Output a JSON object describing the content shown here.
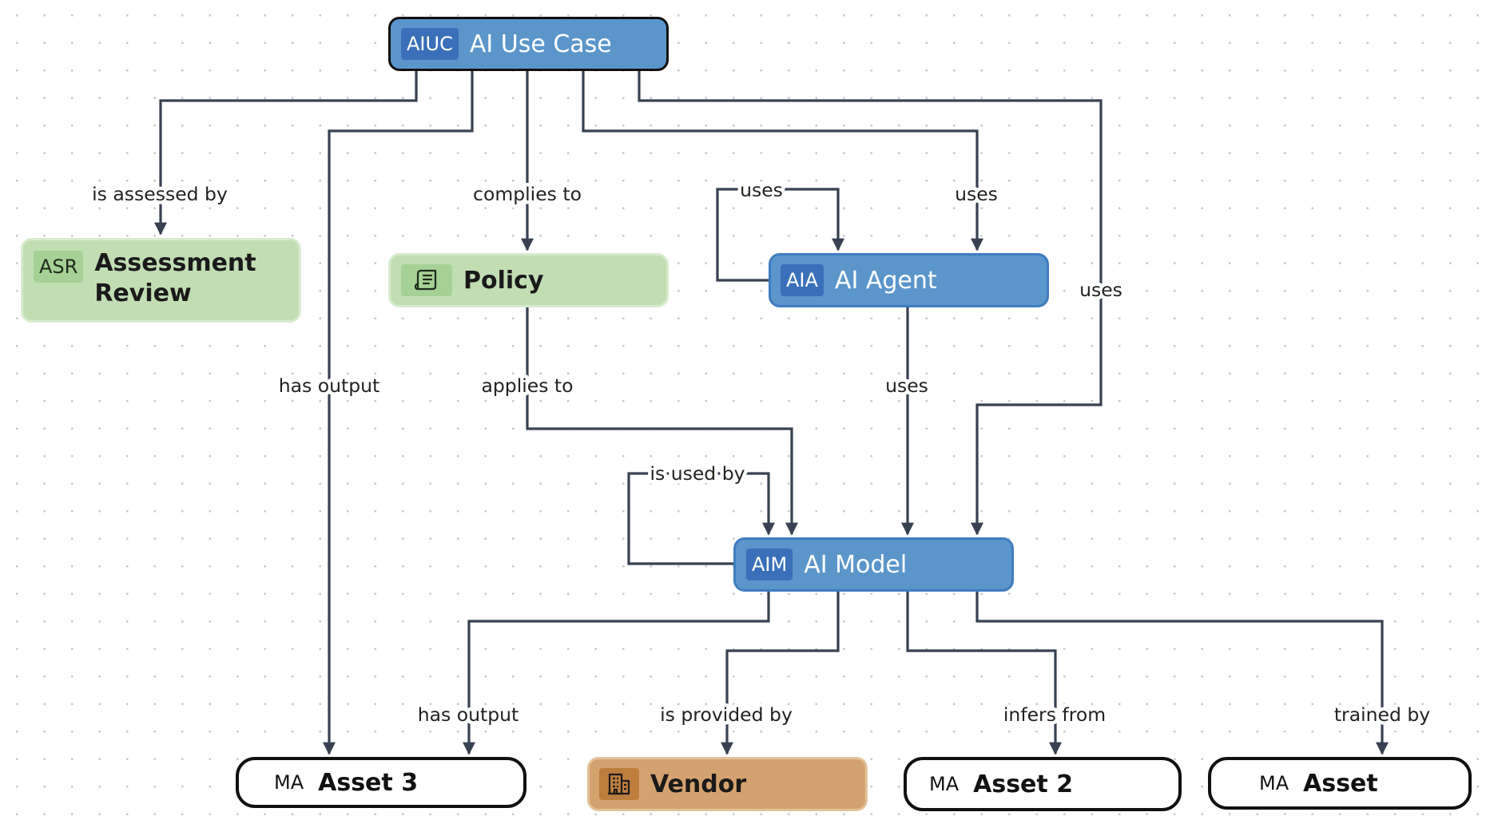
{
  "nodes": {
    "ai_use_case": {
      "badge": "AIUC",
      "title": "AI Use Case"
    },
    "assessment_review": {
      "badge": "ASR",
      "title_line1": "Assessment",
      "title_line2": "Review"
    },
    "policy": {
      "badge_icon": "scroll-icon",
      "title": "Policy"
    },
    "ai_agent": {
      "badge": "AIA",
      "title": "AI Agent"
    },
    "ai_model": {
      "badge": "AIM",
      "title": "AI Model"
    },
    "asset_3": {
      "badge": "MA",
      "title": "Asset 3"
    },
    "vendor": {
      "badge_icon": "building-icon",
      "title": "Vendor"
    },
    "asset_2": {
      "badge": "MA",
      "title": "Asset 2"
    },
    "asset": {
      "badge": "MA",
      "title": "Asset"
    }
  },
  "edges": {
    "is_assessed_by": "is assessed by",
    "has_output_1": "has output",
    "complies_to": "complies to",
    "uses_agent_self": "uses",
    "uses_agent": "uses",
    "uses_model_direct": "uses",
    "applies_to": "applies to",
    "uses_model_from_agent": "uses",
    "is_used_by": "is used by",
    "has_output_2": "has output",
    "is_provided_by": "is provided by",
    "infers_from": "infers from",
    "trained_by": "trained by"
  },
  "colors": {
    "blue_node": "#5b96cb",
    "blue_badge": "#3a70b9",
    "green_node": "#c1deb3",
    "orange_node": "#d4a26f",
    "edge": "#374151"
  }
}
